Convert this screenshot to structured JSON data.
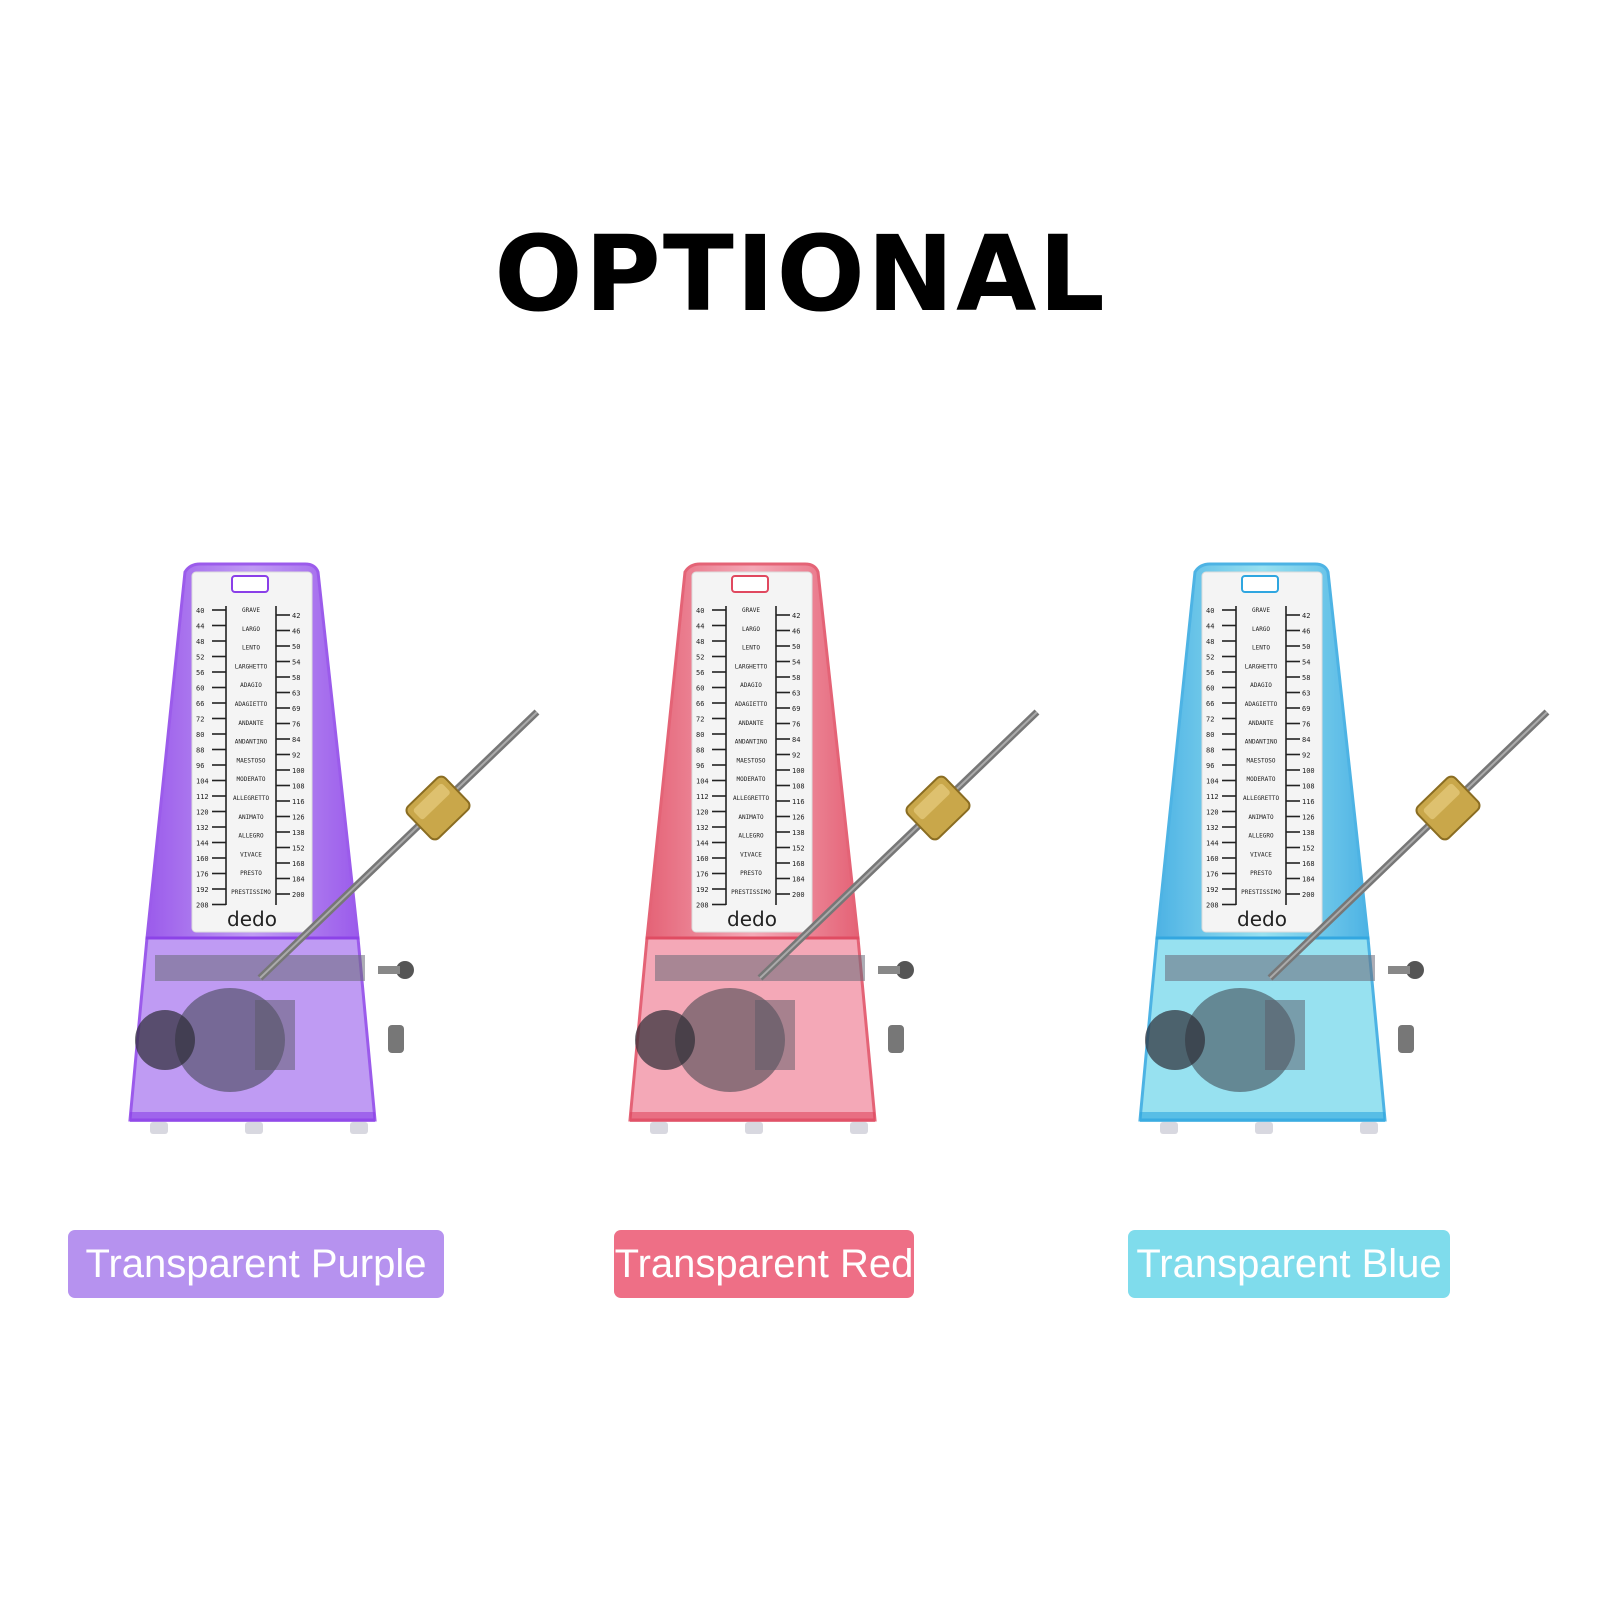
{
  "heading": "OPTIONAL",
  "products": [
    {
      "label": "Transparent Purple",
      "brand": "dedo",
      "body_color": "#8a3fe8",
      "body_light": "#b58af2",
      "label_color": "#b692ef"
    },
    {
      "label": "Transparent Red",
      "brand": "dedo",
      "body_color": "#e0485f",
      "body_light": "#f39aab",
      "label_color": "#ee6f86"
    },
    {
      "label": "Transparent Blue",
      "brand": "dedo",
      "body_color": "#2fa6e0",
      "body_light": "#86dcee",
      "label_color": "#7fdcec"
    }
  ],
  "scale": {
    "left_numbers": [
      "40",
      "44",
      "48",
      "52",
      "56",
      "60",
      "66",
      "72",
      "80",
      "88",
      "96",
      "104",
      "112",
      "120",
      "132",
      "144",
      "160",
      "176",
      "192",
      "208"
    ],
    "right_numbers": [
      "42",
      "46",
      "50",
      "54",
      "58",
      "63",
      "69",
      "76",
      "84",
      "92",
      "100",
      "108",
      "116",
      "126",
      "138",
      "152",
      "168",
      "184",
      "200"
    ],
    "tempo_terms": [
      "GRAVE",
      "LARGO",
      "LENTO",
      "LARGHETTO",
      "ADAGIO",
      "ADAGIETTO",
      "ANDANTE",
      "ANDANTINO",
      "MAESTOSO",
      "MODERATO",
      "ALLEGRETTO",
      "ANIMATO",
      "ALLEGRO",
      "VIVACE",
      "PRESTO",
      "PRESTISSIMO"
    ]
  }
}
